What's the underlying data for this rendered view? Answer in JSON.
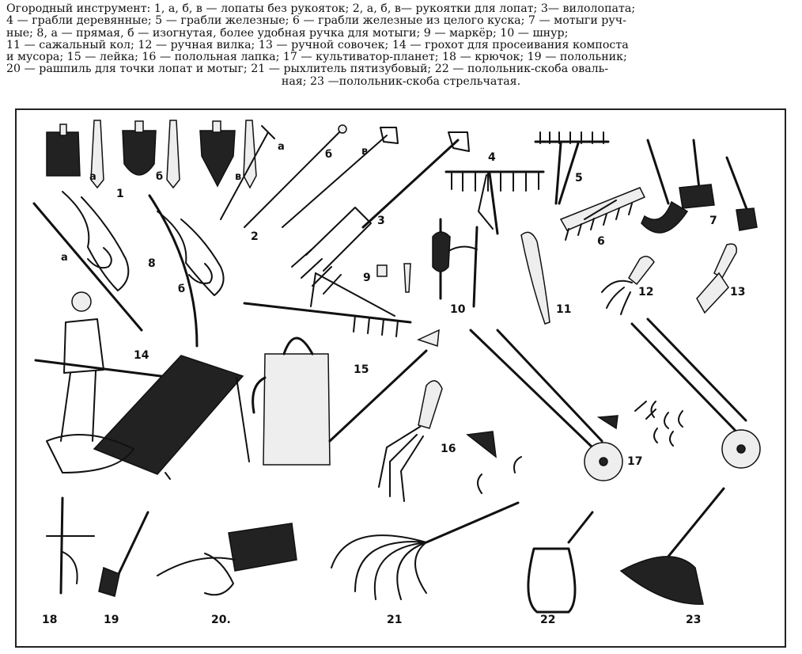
{
  "caption": {
    "lines": [
      "Огородный инструмент: 1, а, б, в — лопаты без рукояток; 2, а, б, в— рукоятки для лопат; 3— вилолопата;",
      "4 — грабли деревянные; 5 — грабли железные; 6 — грабли железные из целого куска; 7 — мотыги руч-",
      "ные; 8, а — прямая, б — изогнутая, более удобная ручка для мотыги; 9 — маркёр; 10 — шнур;",
      "11 — сажальный кол; 12 — ручная вилка; 13 — ручной совочек; 14 — грохот для просеивания компоста",
      "и мусора; 15 — лейка; 16 — полольная лапка; 17 — культиватор-планет; 18 — крючок; 19 — полольник;",
      "20 — рашпиль для точки лопат и мотыг; 21 — рыхлитель пятизубовый; 22 — полольник-скоба оваль-",
      "ная; 23 —полольник-скоба стрельчатая."
    ]
  },
  "figure_labels": {
    "n1": "1",
    "n1a": "а",
    "n1b": "б",
    "n1v": "в",
    "n2": "2",
    "n2a": "а",
    "n2b": "б",
    "n2v": "в",
    "n3": "3",
    "n4": "4",
    "n5": "5",
    "n6": "6",
    "n7": "7",
    "n8": "8",
    "n8a": "а",
    "n8b": "б",
    "n9": "9",
    "n10": "10",
    "n11": "11",
    "n12": "12",
    "n13": "13",
    "n14": "14",
    "n15": "15",
    "n16": "16",
    "n17": "17",
    "n18": "18",
    "n19": "19",
    "n20": "20.",
    "n21": "21",
    "n22": "22",
    "n23": "23"
  }
}
